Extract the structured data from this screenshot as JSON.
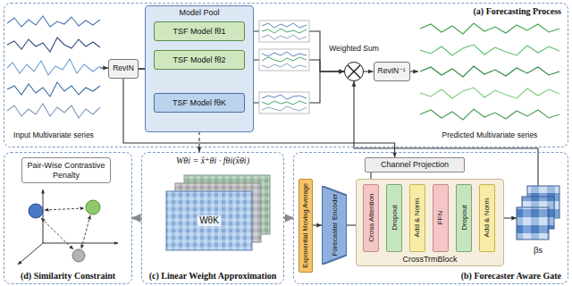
{
  "diagram": {
    "nodes": [
      {
        "text": [
          "(a) Forecasting Process"
        ]
      },
      {
        "text": [
          "Input Multivariate series"
        ],
        "in": 0
      },
      {
        "text": [
          "RevIN"
        ],
        "in": 0
      },
      {
        "text": [
          "Model Pool"
        ],
        "in": 0
      },
      {
        "text": [
          "TSF Model fθ1"
        ],
        "in": 3
      },
      {
        "text": [
          "TSF Model fθ2"
        ],
        "in": 3
      },
      {
        "text": [
          "TSF Model fθK"
        ],
        "in": 3
      },
      {
        "text": [
          "Weighted Sum"
        ],
        "in": 0
      },
      {
        "text": [
          "RevIN⁻¹"
        ],
        "in": 0
      },
      {
        "text": [
          "Predicted Multivariate series"
        ],
        "in": 0
      },
      {
        "text": [
          "(d) Similarity Constraint"
        ]
      },
      {
        "text": [
          "Pair-Wise Contrastive Penalty"
        ],
        "in": 10
      },
      {
        "text": [
          "(c) Linear Weight Approximation"
        ]
      },
      {
        "text": [
          "WθK"
        ],
        "in": 12
      },
      {
        "text": [
          "(b) Forecaster Aware Gate"
        ]
      },
      {
        "text": [
          "Channel Projection"
        ],
        "in": 14
      },
      {
        "text": [
          "Exponential Moving Average"
        ],
        "in": 14
      },
      {
        "text": [
          "Forecaster Encoder"
        ],
        "in": 14
      },
      {
        "text": [
          "CrossTrmBlock"
        ],
        "in": 14
      },
      {
        "text": [
          "Cross Attention"
        ],
        "in": 18
      },
      {
        "text": [
          "Dropout"
        ],
        "in": 18
      },
      {
        "text": [
          "Add & Norm"
        ],
        "in": 18
      },
      {
        "text": [
          "FFN"
        ],
        "in": 18
      },
      {
        "text": [
          "Dropout"
        ],
        "in": 18
      },
      {
        "text": [
          "Add & Norm"
        ],
        "in": 18
      },
      {
        "text": [
          "βs"
        ],
        "in": 14
      }
    ],
    "edges": [
      {
        "from": 1,
        "to": 2,
        "arrow": "to"
      },
      {
        "from": 2,
        "to": 4,
        "arrow": "to"
      },
      {
        "from": 2,
        "to": 5,
        "arrow": "to"
      },
      {
        "from": 2,
        "to": 6,
        "arrow": "to"
      },
      {
        "from": 4,
        "to": 7,
        "arrow": "to"
      },
      {
        "from": 5,
        "to": 7,
        "arrow": "to"
      },
      {
        "from": 6,
        "to": 7,
        "arrow": "to"
      },
      {
        "from": 7,
        "to": 8,
        "arrow": "to"
      },
      {
        "from": 8,
        "to": 9,
        "arrow": "to"
      },
      {
        "from": 6,
        "to": 12,
        "arrow": "to"
      },
      {
        "from": 12,
        "to": 10,
        "arrow": "to"
      },
      {
        "from": 12,
        "to": 14,
        "arrow": "to"
      },
      {
        "from": 2,
        "to": 15,
        "arrow": "to"
      },
      {
        "from": 15,
        "to": 19,
        "arrow": "to"
      },
      {
        "from": 16,
        "to": 17,
        "arrow": "to"
      },
      {
        "from": 17,
        "to": 19,
        "arrow": "to"
      },
      {
        "from": 19,
        "to": 20,
        "arrow": "to"
      },
      {
        "from": 20,
        "to": 21,
        "arrow": "to"
      },
      {
        "from": 21,
        "to": 22,
        "arrow": "to"
      },
      {
        "from": 22,
        "to": 23,
        "arrow": "to"
      },
      {
        "from": 23,
        "to": 24,
        "arrow": "to"
      },
      {
        "from": 24,
        "to": 25,
        "arrow": "to"
      },
      {
        "from": 25,
        "to": 7,
        "arrow": "to"
      }
    ],
    "labels": [
      "Wθi = x̂⁺θi · fθi(x̂θi)"
    ]
  }
}
